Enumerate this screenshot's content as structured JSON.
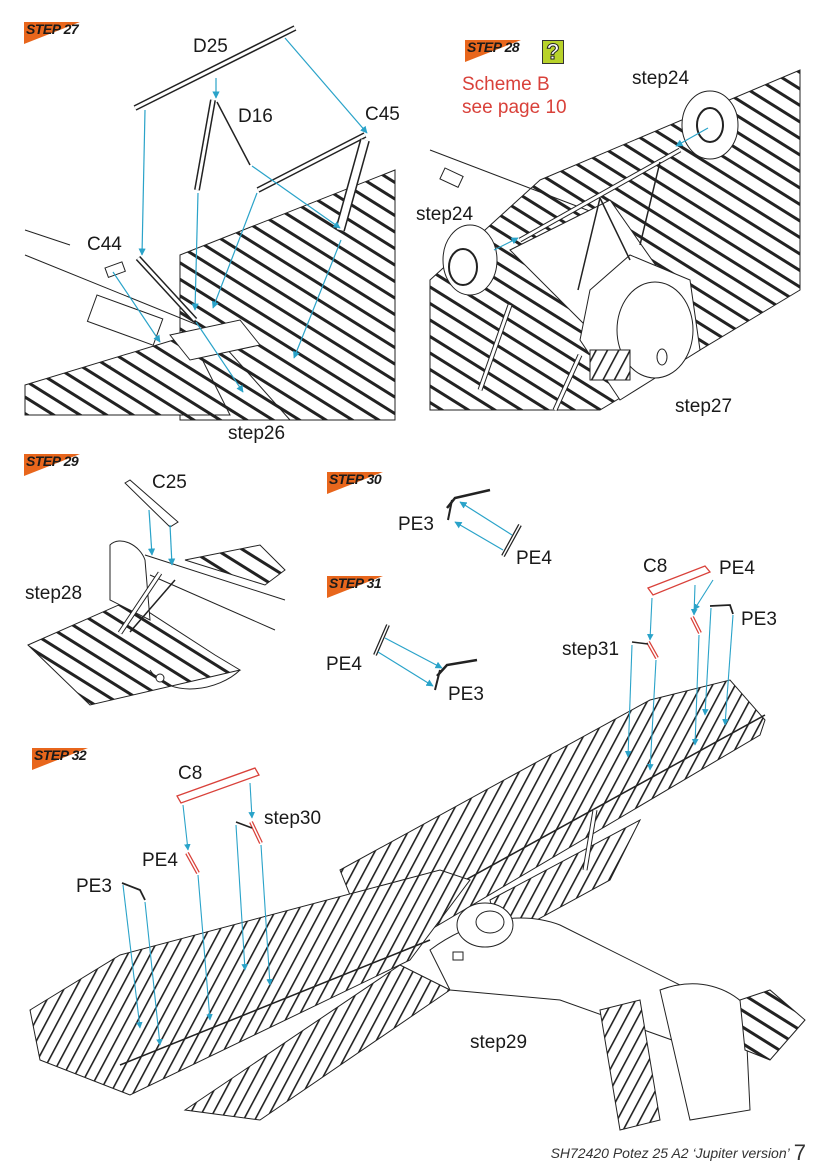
{
  "steps": [
    {
      "word": "STEP",
      "number": "27",
      "labels": [
        "D25",
        "D16",
        "C45",
        "C44",
        "step26"
      ]
    },
    {
      "word": "STEP",
      "number": "28",
      "note_line1": "Scheme B",
      "note_line2": "see page 10",
      "help_icon": "question-mark-icon",
      "labels": [
        "step24",
        "step24",
        "step27"
      ]
    },
    {
      "word": "STEP",
      "number": "29",
      "labels": [
        "C25",
        "step28"
      ]
    },
    {
      "word": "STEP",
      "number": "30",
      "labels": [
        "PE3",
        "PE4"
      ]
    },
    {
      "word": "STEP",
      "number": "31",
      "labels": [
        "PE4",
        "PE3",
        "C8",
        "PE4",
        "PE3",
        "step31"
      ]
    },
    {
      "word": "STEP",
      "number": "32",
      "labels": [
        "C8",
        "step30",
        "PE4",
        "PE3",
        "step29"
      ]
    }
  ],
  "help_glyph": "?",
  "footer": {
    "text": "SH72420 Potez 25 A2 ‘Jupiter version’",
    "page": "7"
  },
  "colors": {
    "accent": "#e8661c",
    "guide": "#2aa3c9",
    "highlight_part": "#d9413a",
    "help": "#b8d22a"
  }
}
